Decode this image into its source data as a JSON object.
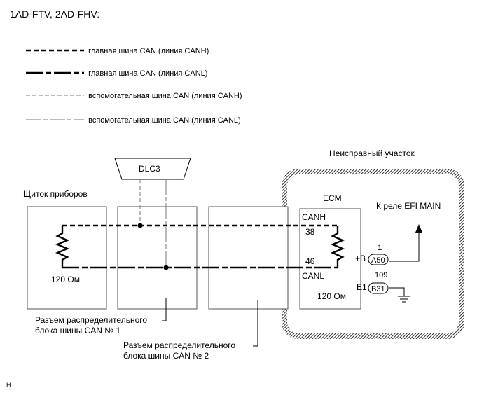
{
  "heading": "1AD-FTV, 2AD-FHV:",
  "legend": [
    {
      "line_style": "main-canh",
      "label": ": главная шина CAN (линия CANH)"
    },
    {
      "line_style": "main-canl",
      "label": ": главная шина CAN (линия CANL)"
    },
    {
      "line_style": "sub-canh",
      "label": ": вспомогательная шина CAN (линия CANH)"
    },
    {
      "line_style": "sub-canl",
      "label": ": вспомогательная шина CAN (линия CANL)"
    }
  ],
  "labels": {
    "faulty_area": "Неисправный участок",
    "dlc3": "DLC3",
    "instrument_panel": "Щиток приборов",
    "ecm": "ECM",
    "efi_main": "К реле EFI MAIN",
    "canh": "CANH",
    "canl": "CANL",
    "pin_38": "38",
    "pin_46": "46",
    "pin_1": "1",
    "pin_109": "109",
    "plus_b": "+B",
    "e1": "E1",
    "a50": "A50",
    "b31": "B31",
    "resistor_left": "120 Ом",
    "resistor_right": "120 Ом",
    "junction1_line1": "Разъем распределительного",
    "junction1_line2": "блока шины CAN № 1",
    "junction2_line1": "Разъем распределительного",
    "junction2_line2": "блока шины CAN № 2",
    "footer_code": "H"
  }
}
